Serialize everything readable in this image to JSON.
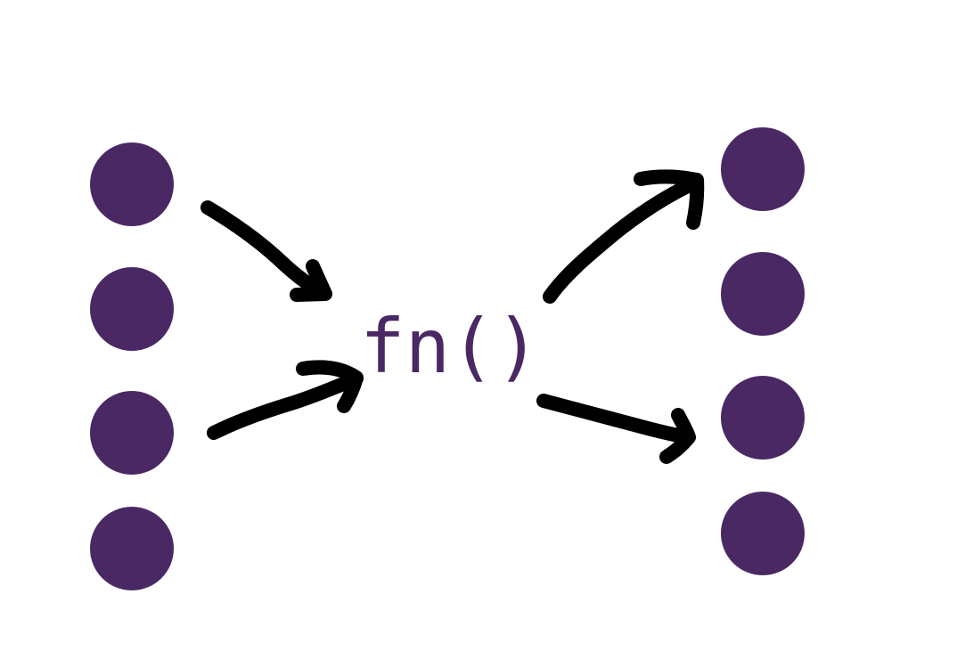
{
  "diagram": {
    "function_label": "fn()",
    "colors": {
      "node": "#4a2864",
      "arrow": "#000000",
      "label": "#4a2864",
      "background": "#ffffff"
    },
    "inputs": [
      "input-node-1",
      "input-node-2",
      "input-node-3",
      "input-node-4"
    ],
    "outputs": [
      "output-node-1",
      "output-node-2",
      "output-node-3",
      "output-node-4"
    ],
    "edges": [
      {
        "from": "input-node-1",
        "to": "fn"
      },
      {
        "from": "input-node-3",
        "to": "fn"
      },
      {
        "from": "fn",
        "to": "output-node-1"
      },
      {
        "from": "fn",
        "to": "output-node-3"
      }
    ]
  }
}
